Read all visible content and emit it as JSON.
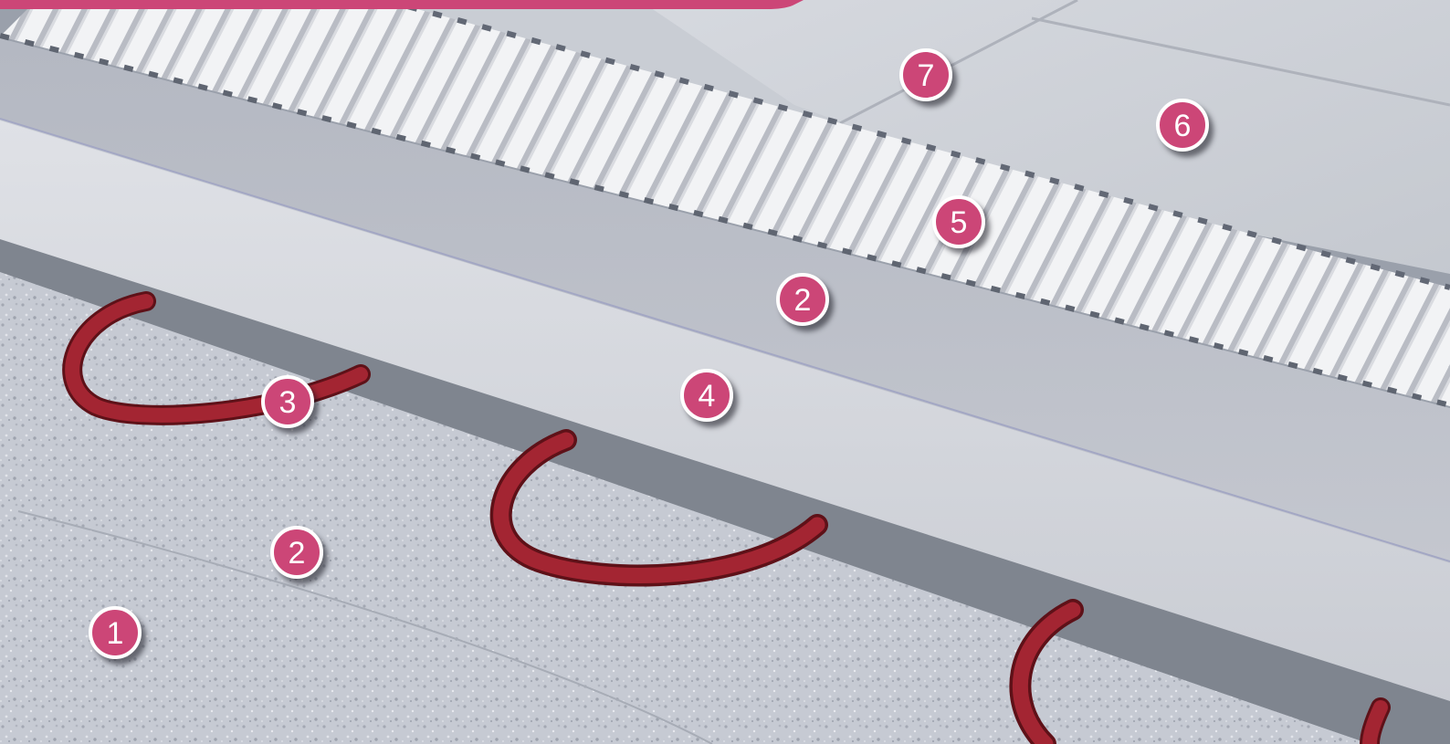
{
  "markers": {
    "m1": "1",
    "m2a": "2",
    "m3": "3",
    "m4": "4",
    "m2b": "2",
    "m5": "5",
    "m6": "6",
    "m7": "7"
  },
  "colors": {
    "marker_fill": "#cc4677",
    "marker_border": "#ffffff",
    "heating_cable": "#9a1f2a",
    "top_banner": "#cc4677"
  }
}
